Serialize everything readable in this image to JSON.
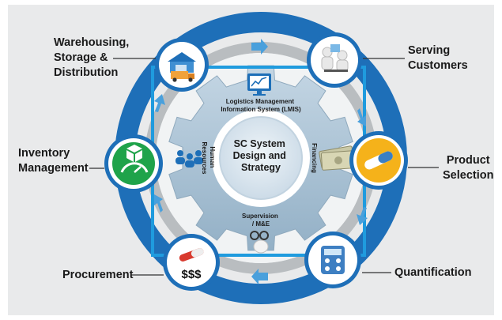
{
  "diagram": {
    "center": {
      "lines": [
        "SC System",
        "Design and",
        "Strategy"
      ]
    },
    "gear_labels": {
      "lmis": [
        "Logistics Management",
        "Information System (LMIS)"
      ],
      "hr": [
        "Human",
        "Resources"
      ],
      "financing": "Financing",
      "supervision": [
        "Supervision",
        "/ M&E"
      ]
    },
    "stages": {
      "serving": "Serving\nCustomers",
      "product": "Product\nSelection",
      "quantification": "Quantification",
      "procurement": "Procurement",
      "inventory": "Inventory\nManagement",
      "warehousing": "Warehousing,\nStorage &\nDistribution"
    },
    "icons": {
      "serving": "customer-service-icon",
      "product": "medicine-pills-icon",
      "quantification": "calculator-icon",
      "procurement": "money-icon",
      "inventory": "inventory-box-icon",
      "warehousing": "warehouse-truck-icon",
      "lmis": "monitor-chart-icon",
      "hr": "people-icon",
      "financing": "cash-icon",
      "supervision": "binoculars-icon"
    },
    "colors": {
      "outer_ring": "#1e6fb8",
      "gray_ring": "#b9bdc0",
      "gear": "#a9c4d8",
      "frame": "#1f9bde",
      "arrow": "#4aa0dc"
    }
  }
}
